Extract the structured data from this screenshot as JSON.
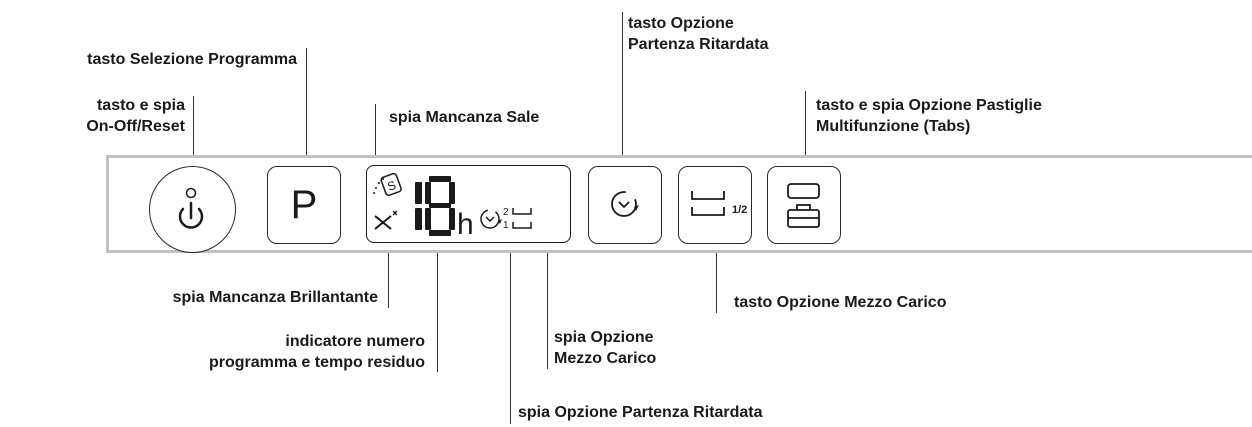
{
  "labels": {
    "program_select": [
      "tasto Selezione Programma"
    ],
    "power": [
      "tasto e spia",
      "On-Off/Reset"
    ],
    "salt": [
      "spia Mancanza Sale"
    ],
    "delay_button": [
      "tasto Opzione",
      "Partenza Ritardata"
    ],
    "tabs": [
      "tasto e spia Opzione Pastiglie",
      "Multifunzione (Tabs)"
    ],
    "rinse_aid": [
      "spia Mancanza Brillantante"
    ],
    "program_number": [
      "indicatore numero",
      "programma e tempo residuo"
    ],
    "half_load_indicator": [
      "spia Opzione",
      "Mezzo Carico"
    ],
    "half_load_button": [
      "tasto Opzione Mezzo Carico"
    ],
    "delay_indicator": [
      "spia Opzione Partenza Ritardata"
    ]
  },
  "panel": {
    "program_button_letter": "P",
    "display_digits": "18",
    "display_unit": "h",
    "display_delay_small_top": "2",
    "display_delay_small_bottom": "1",
    "half_load_fraction": "1/2"
  },
  "icons": {
    "power": "power-icon",
    "salt": "salt-icon",
    "rinse_aid": "rinse-aid-icon",
    "delay": "clock-delay-icon",
    "half_load": "half-load-icon",
    "tabs": "tabs-icon"
  }
}
